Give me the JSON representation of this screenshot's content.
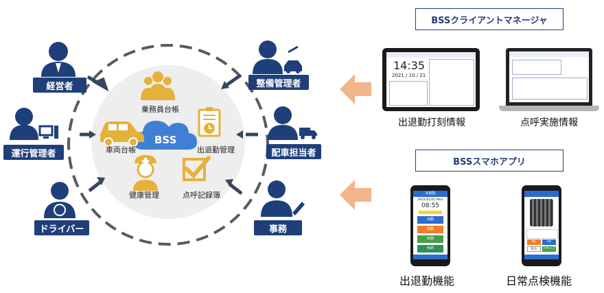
{
  "center": {
    "label": "BSS"
  },
  "services": {
    "crew": "乗務員台帳",
    "vehicle": "車両台帳",
    "attendance": "出退勤管理",
    "health": "健康管理",
    "rollcall": "点呼記録簿"
  },
  "roles": {
    "executive": "経営者",
    "operations": "運行管理者",
    "driver": "ドライバー",
    "maintenance": "整備管理者",
    "dispatch": "配車担当者",
    "office": "事務"
  },
  "client_manager": {
    "title": "BSSクライアントマネージャ",
    "tablet_caption": "出退勤打刻情報",
    "laptop_caption": "点呼実施情報",
    "tablet_screen": {
      "time": "14:35",
      "date": "2021 / 10 / 21"
    }
  },
  "smartphone_app": {
    "title": "BSSスマホアプリ",
    "phone1_caption": "出退勤機能",
    "phone2_caption": "日常点検機能",
    "phone1_screen": {
      "header": "出退勤",
      "date": "2021/01/01 Mon",
      "time": "08:55",
      "buttons": [
        "出勤",
        "退勤",
        "休憩",
        "休終"
      ]
    },
    "phone2_screen": {
      "buttons": [
        "NG",
        "OK",
        "戻る",
        "スキップ"
      ]
    }
  },
  "colors": {
    "navy": "#1f3f7a",
    "gold": "#e6b13a",
    "cloud": "#3f7fd6",
    "arrow_orange": "#f2b58a",
    "dashed": "#5a5a5a"
  }
}
